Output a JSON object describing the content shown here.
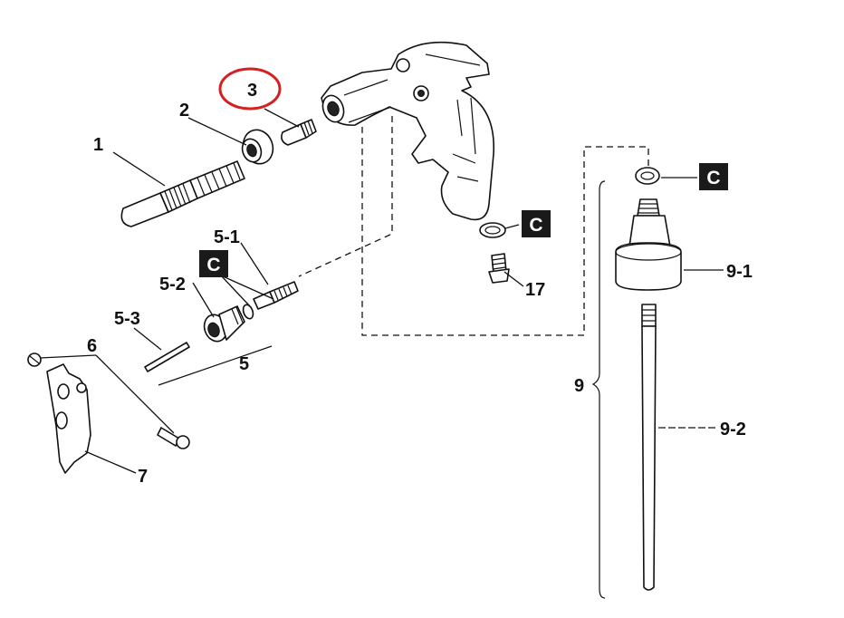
{
  "labels": {
    "p1": "1",
    "p2": "2",
    "p3": "3",
    "p5": "5",
    "p5_1": "5-1",
    "p5_2": "5-2",
    "p5_3": "5-3",
    "p6": "6",
    "p7": "7",
    "p9": "9",
    "p9_1": "9-1",
    "p9_2": "9-2",
    "p17": "17"
  },
  "badges": {
    "c_left": "C",
    "c_center": "C",
    "c_right": "C"
  },
  "highlight": {
    "part": "3",
    "color": "#d42020"
  },
  "colors": {
    "line": "#111111",
    "badge": "#1a1a1a"
  }
}
